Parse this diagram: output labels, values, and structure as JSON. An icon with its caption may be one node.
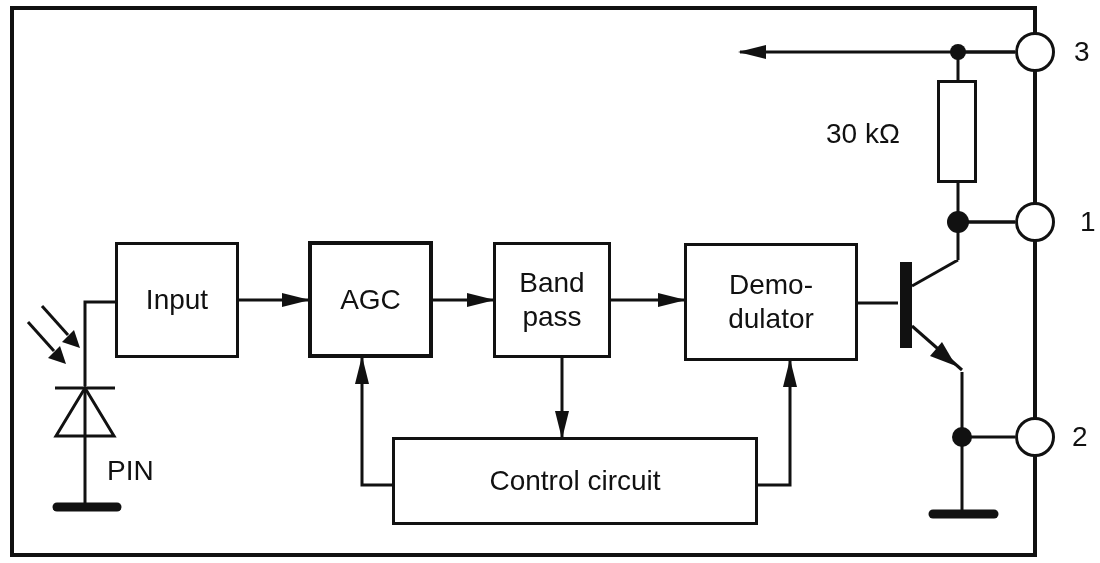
{
  "diagram": {
    "nodes": [
      {
        "text": [],
        "shape": "circle",
        "beside": [
          "3"
        ]
      },
      {
        "text": [],
        "shape": "box",
        "beside": [
          "30 kΩ"
        ]
      },
      {
        "text": [],
        "shape": "circle",
        "beside": [
          "1"
        ]
      },
      {
        "text": [],
        "shape": "picture",
        "beside": [
          "PIN"
        ]
      },
      {
        "text": [
          "Input"
        ]
      },
      {
        "text": [
          "AGC"
        ]
      },
      {
        "text": [
          "Band pass"
        ]
      },
      {
        "text": [
          "Demo- dulator"
        ]
      },
      {
        "text": [],
        "shape": "picture"
      },
      {
        "text": [],
        "shape": "circle",
        "beside": [
          "2"
        ]
      },
      {
        "text": [
          "Control circuit"
        ]
      }
    ],
    "edges": [
      {
        "from": 0,
        "to": null,
        "arrow": "to"
      },
      {
        "from": 0,
        "to": 1,
        "arrow": "none"
      },
      {
        "from": 1,
        "to": 2,
        "arrow": "none"
      },
      {
        "from": 8,
        "to": 2,
        "arrow": "none"
      },
      {
        "from": 3,
        "to": 4,
        "arrow": "none"
      },
      {
        "from": 4,
        "to": 5,
        "arrow": "to"
      },
      {
        "from": 5,
        "to": 6,
        "arrow": "to"
      },
      {
        "from": 6,
        "to": 7,
        "arrow": "to"
      },
      {
        "from": 7,
        "to": 8,
        "arrow": "none"
      },
      {
        "from": 6,
        "to": 10,
        "arrow": "to"
      },
      {
        "from": 10,
        "to": 5,
        "arrow": "to"
      },
      {
        "from": 10,
        "to": 7,
        "arrow": "to"
      },
      {
        "from": 8,
        "to": 9,
        "arrow": "none"
      }
    ]
  }
}
